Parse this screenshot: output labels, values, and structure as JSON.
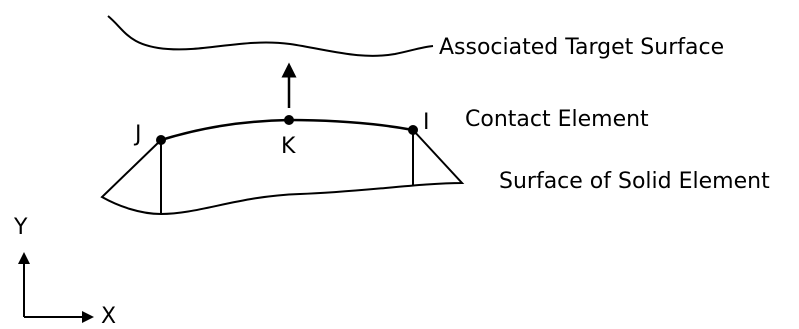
{
  "labels": {
    "target_surface": "Associated  Target  Surface",
    "contact_element": "Contact  Element",
    "solid_surface": "Surface  of Solid Element"
  },
  "nodes": {
    "j": "J",
    "k": "K",
    "i": "I"
  },
  "axes": {
    "y": "Y",
    "x": "X"
  },
  "colors": {
    "line": "#000000",
    "background": "#ffffff"
  }
}
